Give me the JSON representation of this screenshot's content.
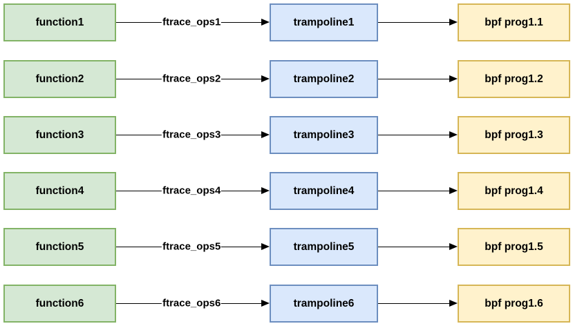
{
  "diagram": {
    "description": "ftrace ops to bpf trampoline mapping diagram",
    "colors": {
      "function_fill": "#d5e8d4",
      "function_stroke": "#82b366",
      "trampoline_fill": "#dae8fc",
      "trampoline_stroke": "#6c8ebf",
      "bpf_fill": "#fff2cc",
      "bpf_stroke": "#d6b656",
      "arrow": "#000000",
      "background": "#ffffff"
    },
    "rows": [
      {
        "function": "function1",
        "ftrace": "ftrace_ops1",
        "trampoline": "trampoline1",
        "bpf": "bpf prog1.1"
      },
      {
        "function": "function2",
        "ftrace": "ftrace_ops2",
        "trampoline": "trampoline2",
        "bpf": "bpf prog1.2"
      },
      {
        "function": "function3",
        "ftrace": "ftrace_ops3",
        "trampoline": "trampoline3",
        "bpf": "bpf prog1.3"
      },
      {
        "function": "function4",
        "ftrace": "ftrace_ops4",
        "trampoline": "trampoline4",
        "bpf": "bpf prog1.4"
      },
      {
        "function": "function5",
        "ftrace": "ftrace_ops5",
        "trampoline": "trampoline5",
        "bpf": "bpf prog1.5"
      },
      {
        "function": "function6",
        "ftrace": "ftrace_ops6",
        "trampoline": "trampoline6",
        "bpf": "bpf prog1.6"
      }
    ]
  }
}
